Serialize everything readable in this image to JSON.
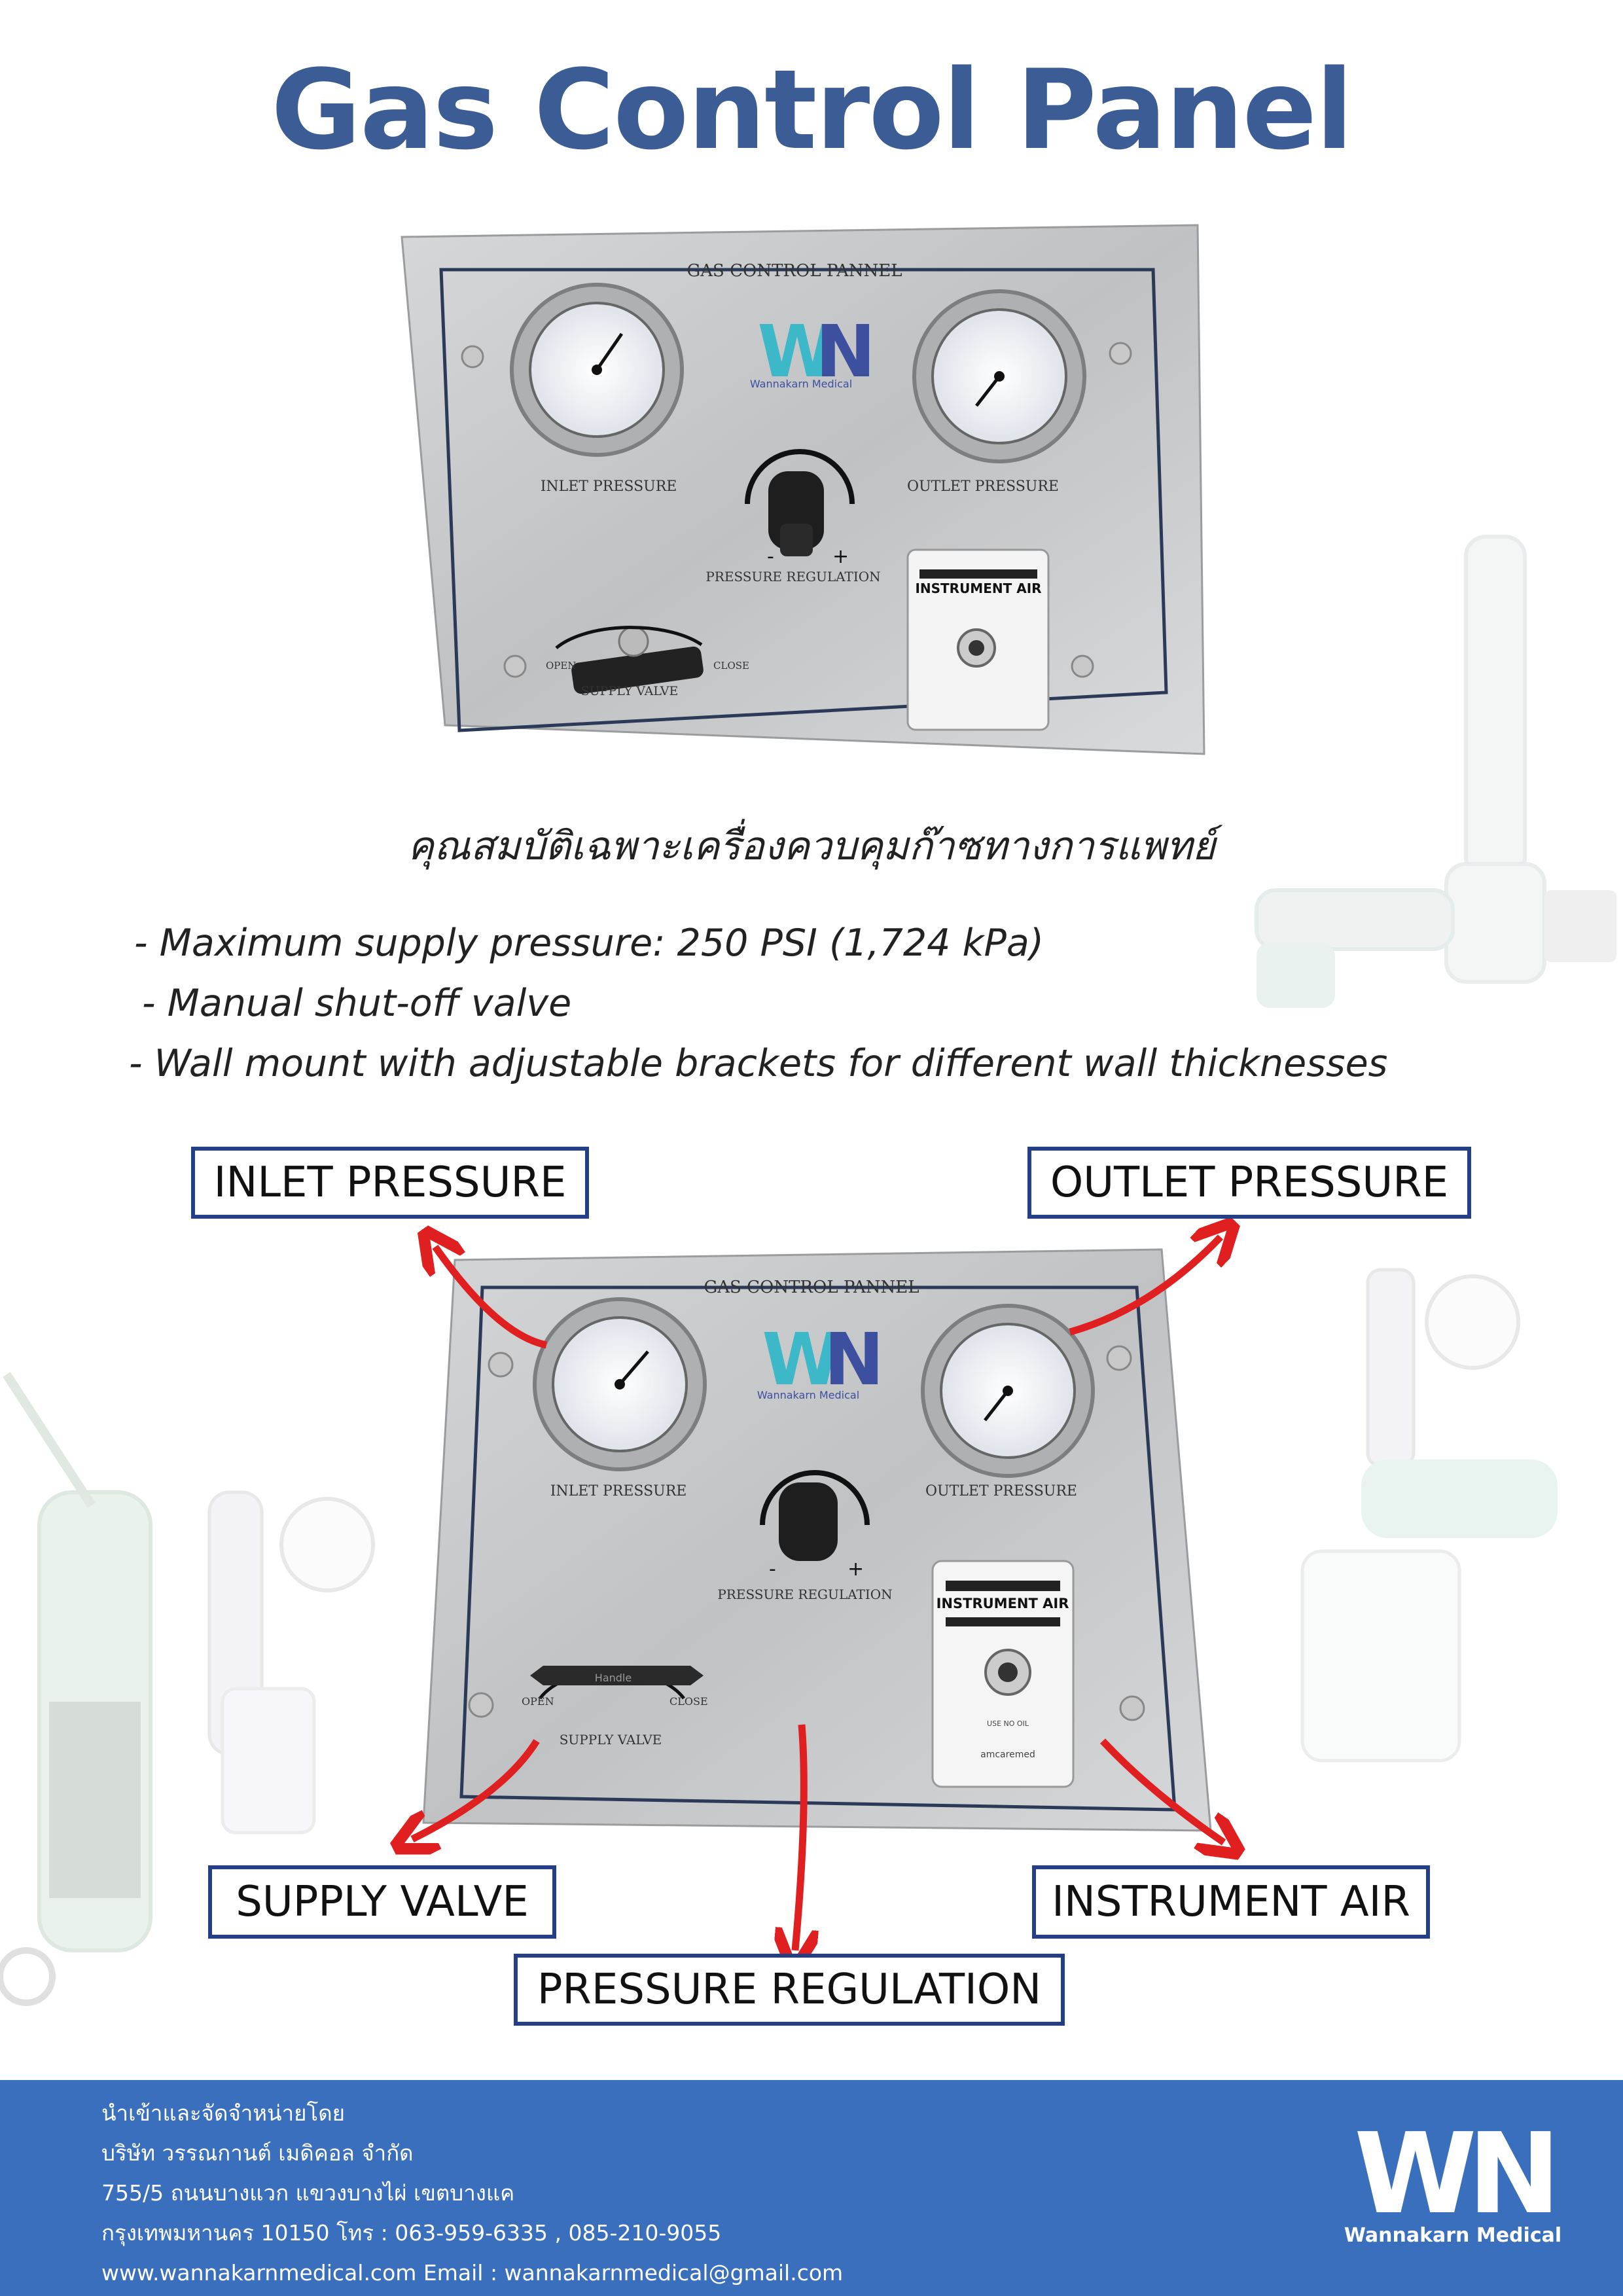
{
  "title": "Gas Control Panel",
  "panel": {
    "plate_title": "GAS CONTROL PANNEL",
    "brand": "Wannakarn Medical",
    "inlet_label": "INLET PRESSURE",
    "outlet_label": "OUTLET PRESSURE",
    "regulation_label": "PRESSURE REGULATION",
    "valve_label": "SUPPLY VALVE",
    "open_label": "OPEN",
    "close_label": "CLOSE",
    "handle_label": "Handle",
    "outlet_box_label": "INSTRUMENT AIR",
    "use_no_oil": "USE NO OIL",
    "maker": "amcaremed",
    "minus": "-",
    "plus": "+"
  },
  "thai_heading": "คุณสมบัติเฉพาะเครื่องควบคุมก๊าซทางการแพทย์",
  "specs": [
    "- Maximum supply pressure: 250 PSI (1,724 kPa)",
    "- Manual shut-off valve",
    "- Wall mount with adjustable brackets for different wall thicknesses"
  ],
  "callouts": {
    "inlet": "INLET PRESSURE",
    "outlet": "OUTLET PRESSURE",
    "supply": "SUPPLY VALVE",
    "instrument": "INSTRUMENT AIR",
    "regulation": "PRESSURE REGULATION"
  },
  "footer": {
    "lines": [
      "นำเข้าและจัดจำหน่ายโดย",
      "บริษัท วรรณกานต์ เมดิคอล จำกัด",
      "755/5 ถนนบางแวก แขวงบางไผ่ เขตบางแค",
      "กรุงเทพมหานคร 10150    โทร : 063-959-6335 , 085-210-9055",
      "www.wannakarnmedical.com    Email : wannakarnmedical@gmail.com"
    ],
    "logo_brand": "Wannakarn Medical"
  },
  "colors": {
    "title": "#3b5c94",
    "callout_border": "#233f86",
    "footer_bg": "#3a6fbd",
    "arrow": "#e02020",
    "logo_teal": "#3db8c8",
    "logo_blue": "#3d4f9f"
  }
}
